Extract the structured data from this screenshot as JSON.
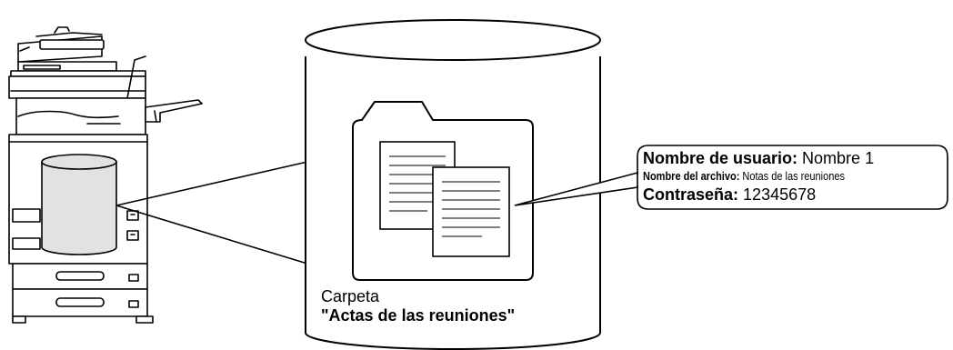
{
  "callout": {
    "user_label": "Nombre de usuario:",
    "user_value": "Nombre 1",
    "file_label": "Nombre del archivo:",
    "file_value": "Notas de las reuniones",
    "password_label": "Contraseña:",
    "password_value": "12345678"
  },
  "folder": {
    "caption_line1": "Carpeta",
    "caption_line2": "\"Actas de las reuniones\""
  },
  "colors": {
    "outline": "#000000",
    "hdd_fill": "#e2e2e2",
    "background": "#ffffff"
  },
  "icons": [
    "multifunction-printer-icon",
    "hard-disk-icon",
    "folder-icon",
    "document-icon"
  ]
}
